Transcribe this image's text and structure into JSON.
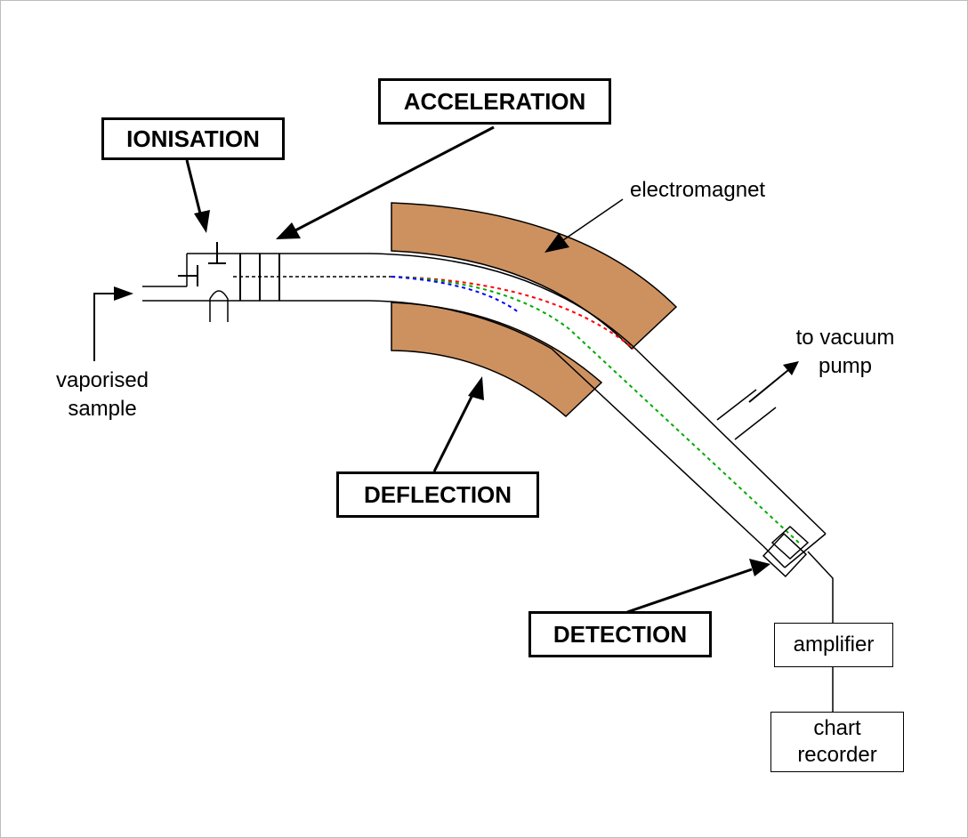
{
  "labels": {
    "ionisation": "IONISATION",
    "acceleration": "ACCELERATION",
    "deflection": "DEFLECTION",
    "detection": "DETECTION",
    "electromagnet": "electromagnet",
    "vaporised_line1": "vaporised",
    "vaporised_line2": "sample",
    "vacuum_line1": "to vacuum",
    "vacuum_line2": "pump",
    "amplifier": "amplifier",
    "recorder_line1": "chart",
    "recorder_line2": "recorder"
  },
  "colors": {
    "magnet": "#cd9160",
    "ion_red": "#ff0000",
    "ion_green": "#00aa00",
    "ion_blue": "#0000ff",
    "line": "#000000"
  }
}
